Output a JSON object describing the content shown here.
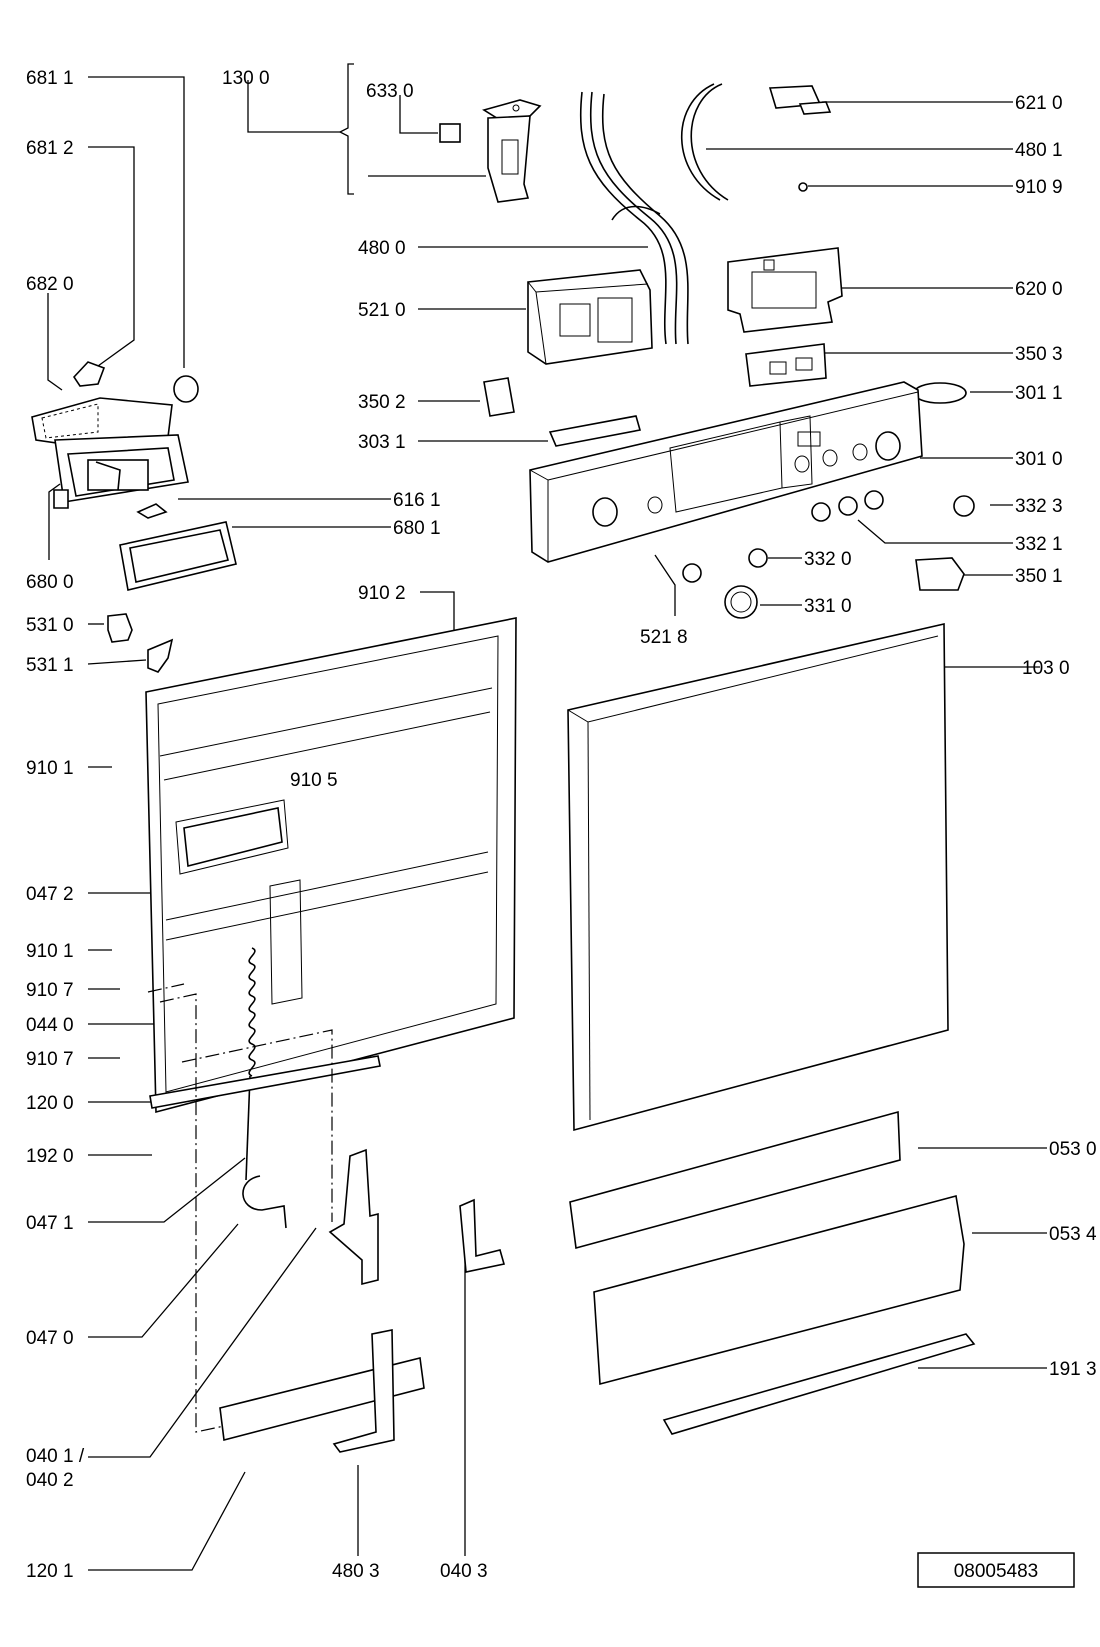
{
  "parts": {
    "p6811": "681 1",
    "p1300": "130 0",
    "p6330": "633 0",
    "p6210": "621 0",
    "p6812": "681 2",
    "p4801": "480 1",
    "p9109": "910 9",
    "p4800": "480 0",
    "p6820": "682 0",
    "p6200": "620 0",
    "p5210": "521 0",
    "p3503": "350 3",
    "p3011": "301 1",
    "p3502": "350 2",
    "p3031": "303 1",
    "p3010": "301 0",
    "p6161": "616 1",
    "p3323": "332 3",
    "p6801": "680 1",
    "p3321": "332 1",
    "p3320": "332 0",
    "p6800": "680 0",
    "p3501": "350 1",
    "p9102": "910 2",
    "p3310": "331 0",
    "p5310": "531 0",
    "p5218": "521 8",
    "p5311": "531 1",
    "p1030": "103 0",
    "p9101a": "910 1",
    "p9105": "910 5",
    "p0472": "047 2",
    "p9101b": "910 1",
    "p9107a": "910 7",
    "p0440": "044 0",
    "p9107b": "910 7",
    "p1200": "120 0",
    "p1920": "192 0",
    "p0530": "053 0",
    "p0471": "047 1",
    "p0534": "053 4",
    "p0470": "047 0",
    "p1913": "191 3",
    "p0401": "040 1 /",
    "p0402": "040 2",
    "p1201": "120 1",
    "p4803": "480 3",
    "p0403": "040 3"
  },
  "document_number": "08005483"
}
